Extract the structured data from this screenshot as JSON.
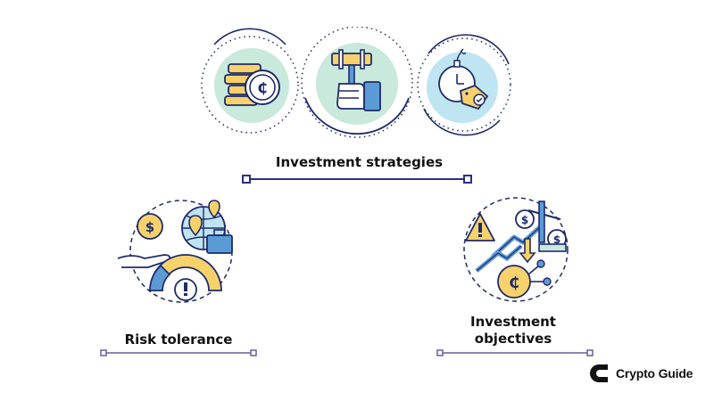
{
  "labels": {
    "top": "Investment strategies",
    "left": "Risk tolerance",
    "right_line1": "Investment",
    "right_line2": "objectives"
  },
  "brand": {
    "name": "Crypto Guide"
  },
  "icons": [
    "coin-stack-icon",
    "gavel-hand-icon",
    "stopwatch-tag-icon",
    "risk-gauge-icon",
    "target-objectives-icon",
    "crypto-guide-logo-icon"
  ],
  "colors": {
    "outline": "#1f2a6b",
    "yellow": "#f7d26b",
    "blue": "#5b9bd5",
    "mint": "#c8e9dc",
    "sky": "#bfe4f2",
    "line": "#2b2f8a",
    "line_light": "#6b5ca5"
  }
}
